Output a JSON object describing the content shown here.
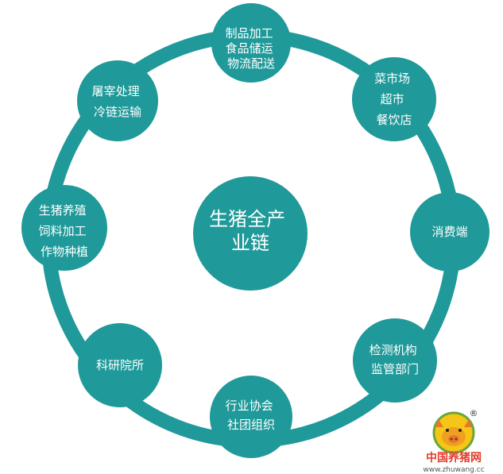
{
  "colors": {
    "teal": "#1f9999",
    "ring": "#1f9999",
    "text": "#ffffff",
    "logo_red": "#e23a2a",
    "logo_yellow": "#f5c518",
    "logo_green": "#6aa63a"
  },
  "center": {
    "lines": [
      "生猪全产",
      "业链"
    ]
  },
  "nodes": [
    {
      "id": "processing",
      "lines": [
        "制品加工",
        "食品储运",
        "物流配送"
      ]
    },
    {
      "id": "market",
      "lines": [
        "菜市场",
        "超市",
        "餐饮店"
      ]
    },
    {
      "id": "consumer",
      "lines": [
        "消费端"
      ]
    },
    {
      "id": "inspection",
      "lines": [
        "检测机构",
        "监管部门"
      ]
    },
    {
      "id": "association",
      "lines": [
        "行业协会",
        "社团组织"
      ]
    },
    {
      "id": "research",
      "lines": [
        "科研院所"
      ]
    },
    {
      "id": "farming",
      "lines": [
        "生猪养殖",
        "饲料加工",
        "作物种植"
      ]
    },
    {
      "id": "slaughter",
      "lines": [
        "屠宰处理",
        "冷链运输"
      ]
    }
  ],
  "logo": {
    "registered": "®",
    "name": "中国养猪网",
    "url": "www.zhuwang.cc",
    "icon": "pig-face-icon"
  }
}
